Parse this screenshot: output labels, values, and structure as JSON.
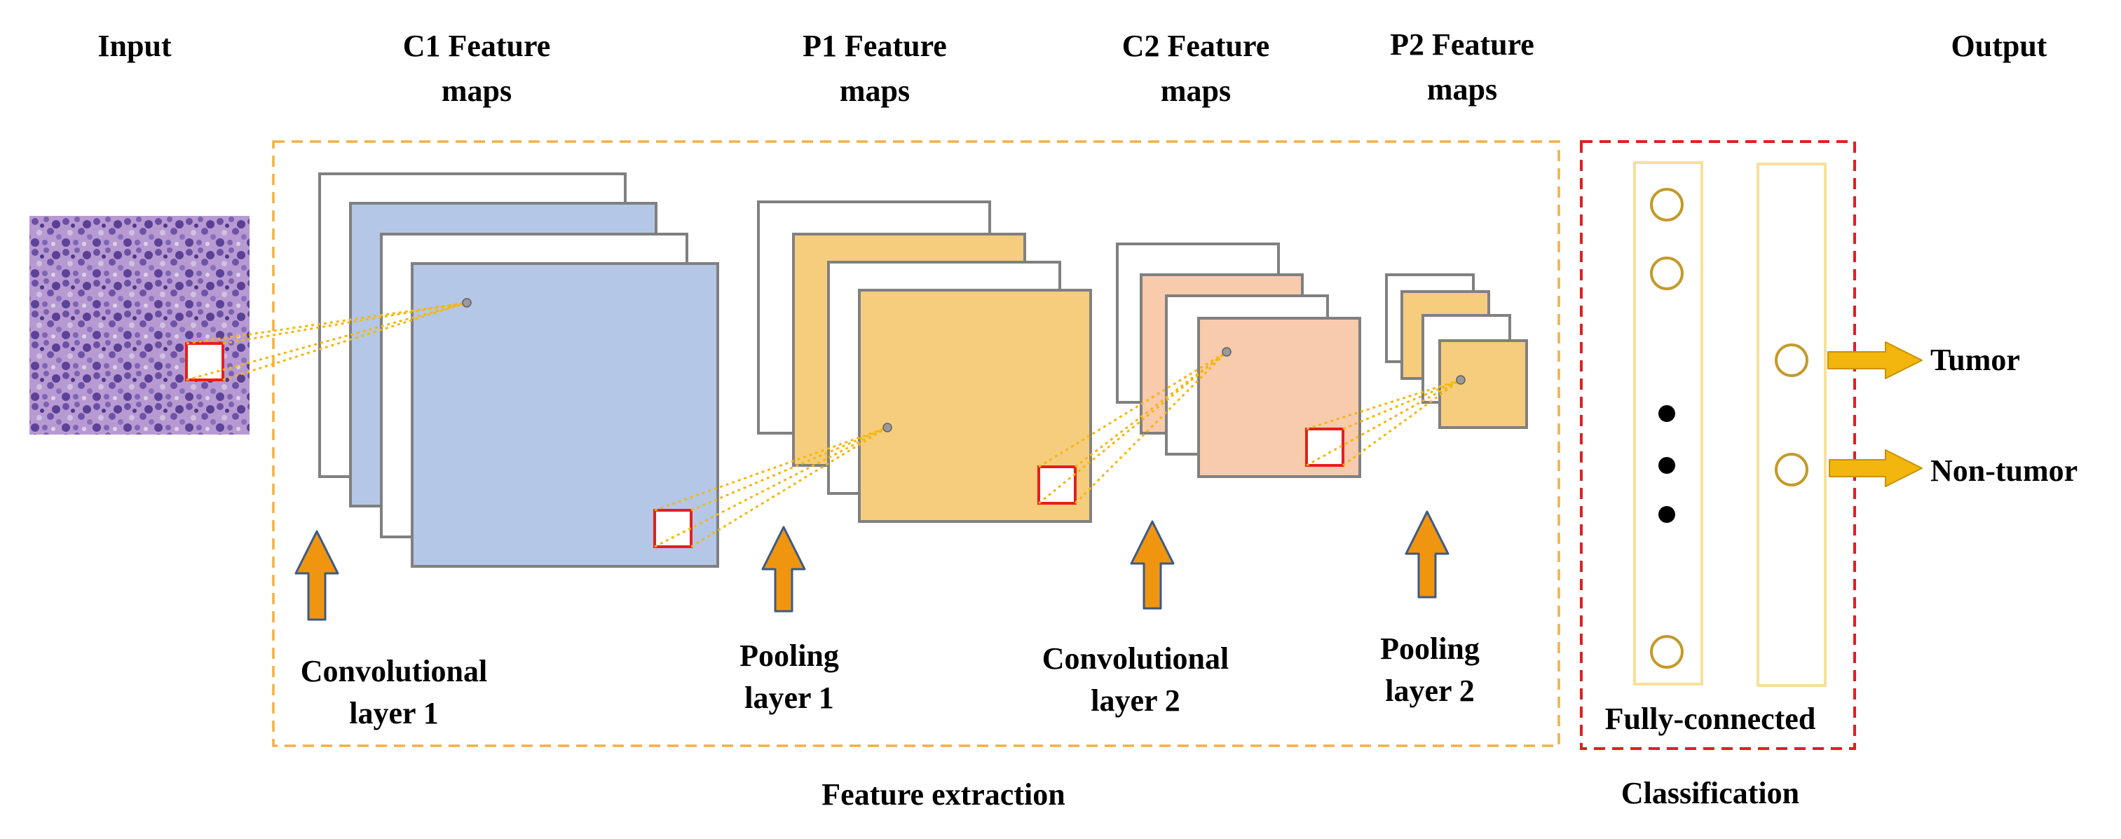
{
  "headers": {
    "input": "Input",
    "c1": [
      "C1 Feature",
      "maps"
    ],
    "p1": [
      "P1 Feature",
      "maps"
    ],
    "c2": [
      "C2 Feature",
      "maps"
    ],
    "p2": [
      "P2 Feature",
      "maps"
    ],
    "output": "Output"
  },
  "layers": {
    "conv1": [
      "Convolutional",
      "layer 1"
    ],
    "pool1": [
      "Pooling",
      "layer 1"
    ],
    "conv2": [
      "Convolutional",
      "layer 2"
    ],
    "pool2": [
      "Pooling",
      "layer 2"
    ]
  },
  "sections": {
    "feature_extraction": "Feature extraction",
    "classification": "Classification",
    "fully_connected": "Fully-connected"
  },
  "outputs": {
    "tumor": "Tumor",
    "non_tumor": "Non-tumor"
  },
  "colors": {
    "conv1_map": "#b4c7e7",
    "pool_map": "#f5cd7d",
    "conv2_map": "#f8cbad",
    "map_border": "#808080",
    "dashed_feature_box": "#f4b042",
    "dashed_class_box": "#e02020",
    "arrow_fill": "#f0950f",
    "arrow_stroke": "#3c5a86",
    "output_arrow": "#f2b60c",
    "neuron": "#c49a2a",
    "fc_column": "#f7e09a",
    "receptive_field": "#f4b70f",
    "window": "#e61e1e",
    "tissue": "#9e7ec2"
  }
}
